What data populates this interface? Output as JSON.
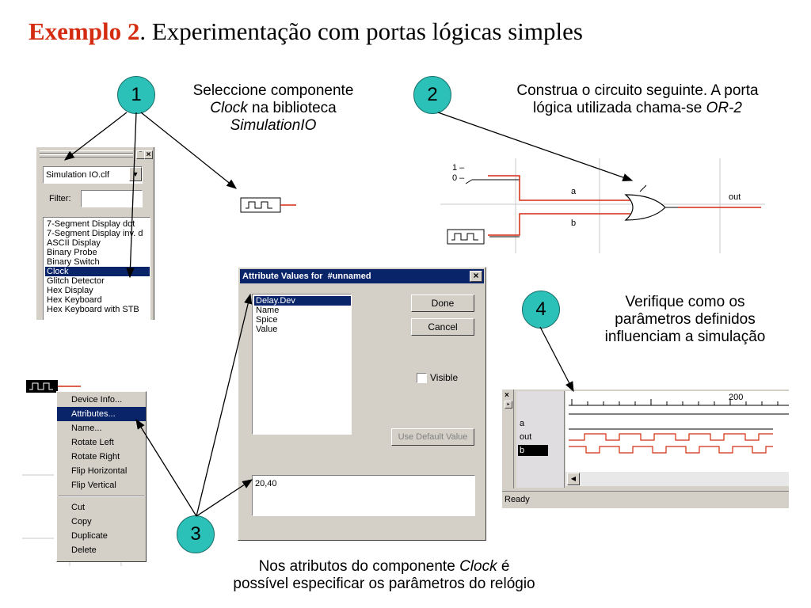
{
  "slide": {
    "title_highlight": "Exemplo 2",
    "title_rest": ". Experimentação com portas lógicas simples",
    "accent_color": "#d42c10",
    "circle_color": "#2bc0b8"
  },
  "steps": {
    "s1": {
      "number": "1",
      "line1": "Seleccione componente",
      "line2_it": "Clock",
      "line2_rest": " na biblioteca",
      "line3_it": "SimulationIO"
    },
    "s2": {
      "number": "2",
      "line1": "Construa o circuito seguinte. A porta",
      "line2": "lógica utilizada chama-se ",
      "line2_it": "OR-2"
    },
    "s3": {
      "number": "3",
      "line1a": "Nos atributos do componente ",
      "line1_it": "Clock",
      "line1b": " é",
      "line2": "possível especificar os parâmetros do relógio"
    },
    "s4": {
      "number": "4",
      "line1": "Verifique como os",
      "line2": "parâmetros definidos",
      "line3": "influenciam a simulação"
    }
  },
  "library_panel": {
    "library_select": "Simulation IO.clf",
    "filter_label": "Filter:",
    "filter_value": "",
    "items": [
      "7-Segment Display dot",
      "7-Segment Display inv. d",
      "ASCII Display",
      "Binary Probe",
      "Binary Switch",
      "Clock",
      "Glitch Detector",
      "Hex Display",
      "Hex Keyboard",
      "Hex Keyboard with STB"
    ],
    "selected_index": 5
  },
  "circuit": {
    "switch_label_1": "1 –",
    "switch_label_0": "0 –",
    "wire_a": "a",
    "wire_b": "b",
    "wire_out": "out"
  },
  "attr_dialog": {
    "title": "Attribute Values for  #unnamed",
    "close": "×",
    "attributes": [
      "Delay.Dev",
      "Name",
      "Spice",
      "Value"
    ],
    "selected_index": 0,
    "done": "Done",
    "cancel": "Cancel",
    "visible_label": "Visible",
    "default_btn": "Use Default Value",
    "value": "20,40"
  },
  "context_menu": {
    "group1": [
      "Device Info...",
      "Attributes...",
      "Name...",
      "Rotate Left",
      "Rotate Right",
      "Flip Horizontal",
      "Flip Vertical"
    ],
    "group2": [
      "Cut",
      "Copy",
      "Duplicate",
      "Delete"
    ],
    "selected": 1
  },
  "timing": {
    "close": "×",
    "tick_label": "200",
    "signals": [
      "a",
      "out",
      "b"
    ],
    "status": "Ready"
  }
}
